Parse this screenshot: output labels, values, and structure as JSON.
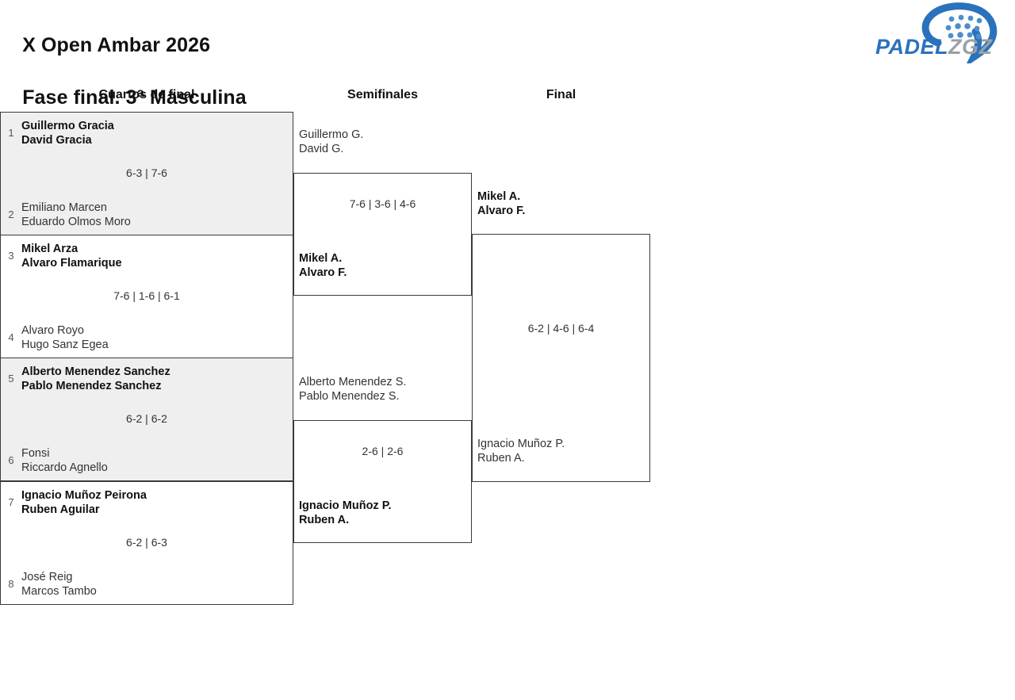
{
  "header": {
    "title_line1": "X Open Ambar 2026",
    "title_line2": "Fase final. 3ª Masculina",
    "logo": {
      "word_primary": "PADEL",
      "word_secondary": "ZGZ",
      "color_primary": "#2a72bc",
      "color_secondary": "#9aa0a6"
    }
  },
  "rounds": [
    {
      "label": "Cuartos de final"
    },
    {
      "label": "Semifinales"
    },
    {
      "label": "Final"
    }
  ],
  "colors": {
    "shaded_row": "#efefef",
    "box_border": "#3a3a3a",
    "text": "#333333",
    "winner_text": "#111111",
    "seed_text": "#555555"
  },
  "quarterfinals": [
    {
      "shaded": true,
      "score": "6-3 | 7-6",
      "top": {
        "seed": "1",
        "player1": "Guillermo Gracia",
        "player2": "David Gracia",
        "winner": true
      },
      "bottom": {
        "seed": "2",
        "player1": "Emiliano Marcen",
        "player2": "Eduardo Olmos Moro",
        "winner": false
      }
    },
    {
      "shaded": false,
      "score": "7-6 | 1-6 | 6-1",
      "top": {
        "seed": "3",
        "player1": "Mikel Arza",
        "player2": "Alvaro Flamarique",
        "winner": true
      },
      "bottom": {
        "seed": "4",
        "player1": "Alvaro Royo",
        "player2": "Hugo Sanz Egea",
        "winner": false
      }
    },
    {
      "shaded": true,
      "score": "6-2 | 6-2",
      "top": {
        "seed": "5",
        "player1": "Alberto Menendez Sanchez",
        "player2": "Pablo Menendez Sanchez",
        "winner": true
      },
      "bottom": {
        "seed": "6",
        "player1": "Fonsi",
        "player2": "Riccardo Agnello",
        "winner": false
      }
    },
    {
      "shaded": false,
      "score": "6-2 | 6-3",
      "top": {
        "seed": "7",
        "player1": "Ignacio Muñoz Peirona",
        "player2": "Ruben Aguilar",
        "winner": true
      },
      "bottom": {
        "seed": "8",
        "player1": "José Reig",
        "player2": "Marcos Tambo",
        "winner": false
      }
    }
  ],
  "semifinals": [
    {
      "score": "7-6 | 3-6 | 4-6",
      "top": {
        "player1": "Guillermo G.",
        "player2": "David G.",
        "winner": false
      },
      "bottom": {
        "player1": "Mikel A.",
        "player2": "Alvaro F.",
        "winner": true
      }
    },
    {
      "score": "2-6 | 2-6",
      "top": {
        "player1": "Alberto Menendez S.",
        "player2": "Pablo Menendez S.",
        "winner": false
      },
      "bottom": {
        "player1": "Ignacio Muñoz P.",
        "player2": "Ruben A.",
        "winner": true
      }
    }
  ],
  "final": [
    {
      "score": "6-2 | 4-6 | 6-4",
      "top": {
        "player1": "Mikel A.",
        "player2": "Alvaro F.",
        "winner": true
      },
      "bottom": {
        "player1": "Ignacio Muñoz P.",
        "player2": "Ruben A.",
        "winner": false
      }
    }
  ]
}
